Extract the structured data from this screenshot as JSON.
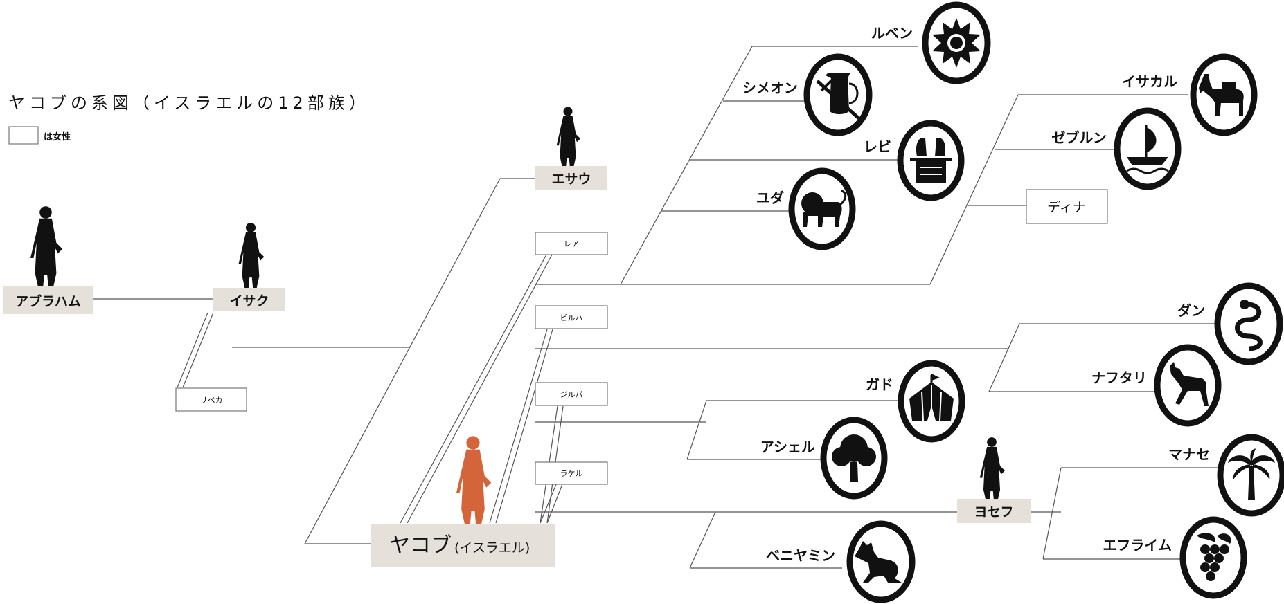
{
  "title": "ヤコブの系図（イスラエルの12部族）",
  "legend": {
    "label": "は女性"
  },
  "people": {
    "abraham": "アブラハム",
    "isaac": "イサク",
    "rebekah": "リベカ",
    "esau": "エサウ",
    "jacob": "ヤコブ",
    "jacob_alias": "(イスラエル)",
    "leah": "レア",
    "bilhah": "ビルハ",
    "zilpah": "ジルパ",
    "rachel": "ラケル",
    "joseph": "ヨセフ",
    "dinah": "ディナ"
  },
  "tribes": {
    "reuben": "ルベン",
    "simeon": "シメオン",
    "levi": "レビ",
    "judah": "ユダ",
    "issachar": "イサカル",
    "zebulun": "ゼブルン",
    "dan": "ダン",
    "naphtali": "ナフタリ",
    "gad": "ガド",
    "asher": "アシェル",
    "benjamin": "ベニヤミン",
    "manasseh": "マナセ",
    "ephraim": "エフライム"
  },
  "colors": {
    "male_box": "#e6e0da",
    "jacob_figure": "#d4653a",
    "ink": "#111111"
  },
  "emblems": {
    "reuben": "sun-icon",
    "simeon": "jug-and-sword-icon",
    "levi": "ark-icon",
    "judah": "lion-icon",
    "issachar": "donkey-icon",
    "zebulun": "ship-icon",
    "dan": "serpent-icon",
    "naphtali": "deer-icon",
    "gad": "tent-icon",
    "asher": "tree-icon",
    "benjamin": "wolf-icon",
    "manasseh": "palm-tree-icon",
    "ephraim": "grapes-icon"
  }
}
